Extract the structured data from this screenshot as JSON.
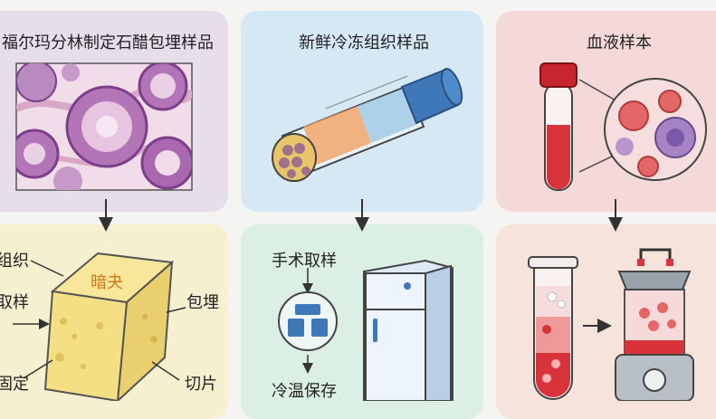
{
  "columns": [
    {
      "title": "福尔玛分林制定石醋包埋样品",
      "cube_label": "暗夬",
      "labels": [
        "组织",
        "取样",
        "包埋",
        "固定",
        "切片"
      ]
    },
    {
      "title": "新鲜冷冻组织样品",
      "labels": [
        "手术取样",
        "冷温保存"
      ]
    },
    {
      "title": "血液样本"
    }
  ],
  "colors": {
    "panel_purple": "#e7deec",
    "panel_blue": "#d6e8f4",
    "panel_pink": "#f5d9d8",
    "panel_yellow": "#f6efd0",
    "panel_green": "#dcefe4",
    "panel_rose": "#f6e3dc",
    "blood_red": "#d8323a",
    "cap_blue": "#3f78b8"
  }
}
